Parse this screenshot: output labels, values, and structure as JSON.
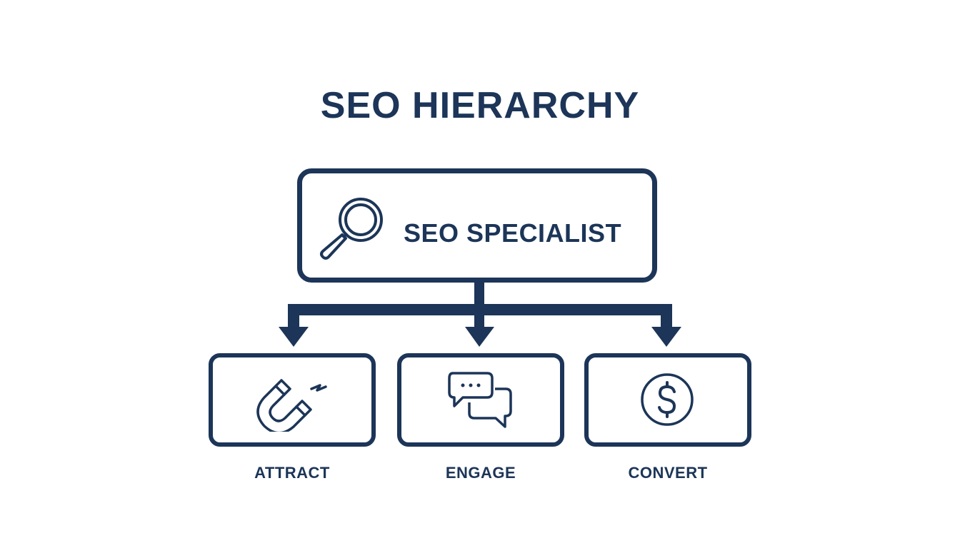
{
  "title": "SEO HIERARCHY",
  "colors": {
    "primary": "#1c3558",
    "background": "#ffffff"
  },
  "root": {
    "label": "SEO SPECIALIST",
    "icon": "magnifying-glass-icon"
  },
  "children": [
    {
      "label": "ATTRACT",
      "icon": "magnet-icon"
    },
    {
      "label": "ENGAGE",
      "icon": "chat-bubbles-icon"
    },
    {
      "label": "CONVERT",
      "icon": "dollar-coin-icon"
    }
  ]
}
